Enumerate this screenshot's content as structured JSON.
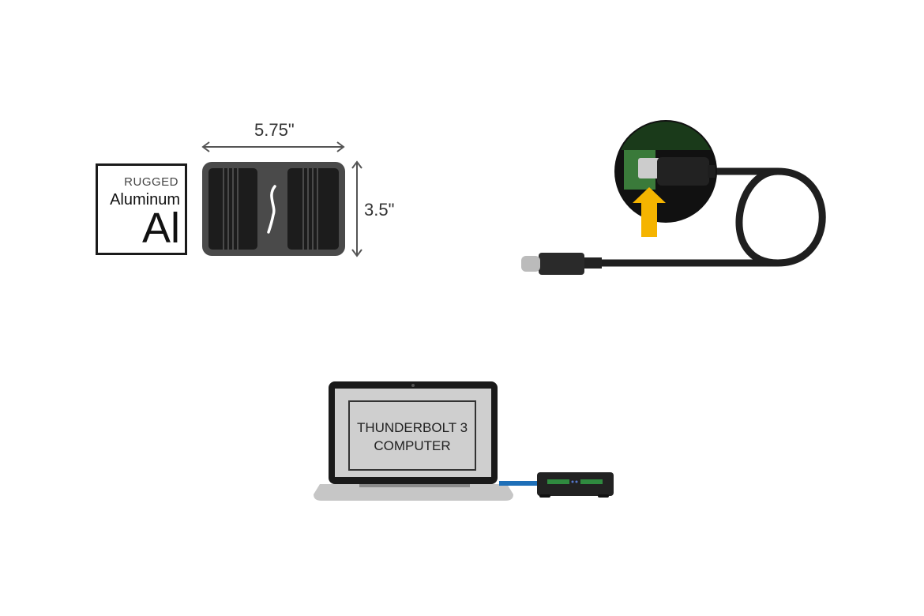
{
  "logo": {
    "top": "RUGGED",
    "middle": "Aluminum",
    "symbol": "Al"
  },
  "dimensions": {
    "width": "5.75\"",
    "height": "3.5\""
  },
  "laptop": {
    "line1": "THUNDERBOLT 3",
    "line2": "COMPUTER"
  },
  "colors": {
    "arrow": "#f5b400",
    "cable_blue": "#1e6fb8",
    "device": "#4a4a4a"
  }
}
